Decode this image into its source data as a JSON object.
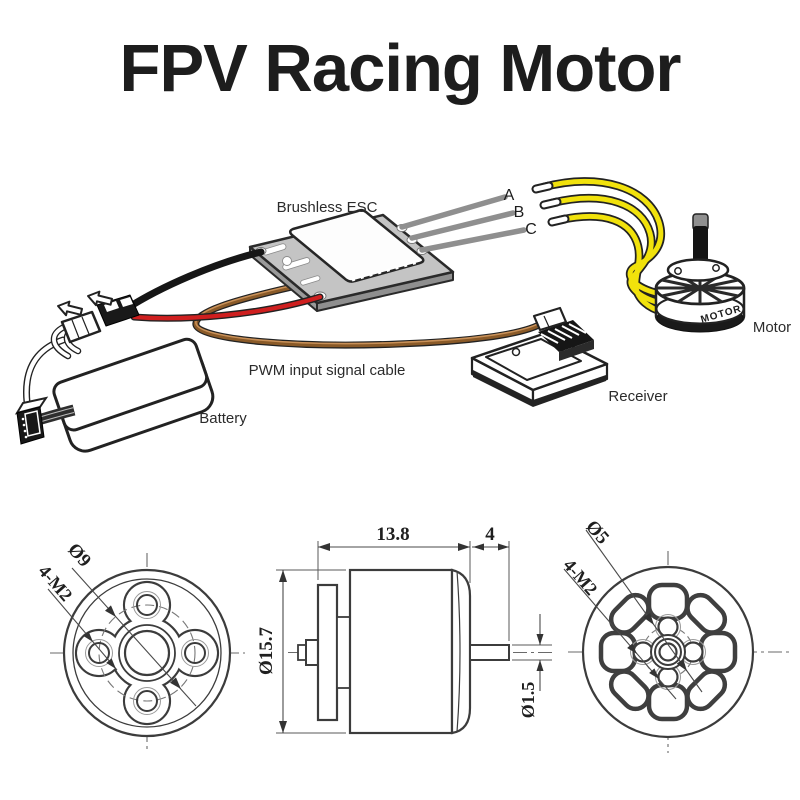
{
  "title": "FPV Racing Motor",
  "wiring": {
    "esc_label": "Brushless ESC",
    "battery_label": "Battery",
    "receiver_label": "Receiver",
    "motor_label": "Motor",
    "motor_band_text": "MOTOR",
    "pwm_label": "PWM input signal cable",
    "phases": [
      "A",
      "B",
      "C"
    ]
  },
  "front_view": {
    "bolt_circle_dia": "Ø9",
    "mount_screws": "4-M2"
  },
  "side_view": {
    "body_length": "13.8",
    "shaft_length": "4",
    "body_dia": "Ø15.7",
    "shaft_dia": "Ø1.5"
  },
  "rear_view": {
    "bolt_circle_dia": "Ø5",
    "mount_screws": "4-M2"
  },
  "colors": {
    "phase_wire_yellow": "#f1e20c",
    "power_wire_red": "#cf1f1f",
    "power_wire_black": "#161616",
    "pwm_cable_brown": "#8a5a28",
    "esc_board_gray": "#c4c4c4",
    "drawing_line": "#3c3c3c",
    "title_text": "#1d1d1d"
  }
}
